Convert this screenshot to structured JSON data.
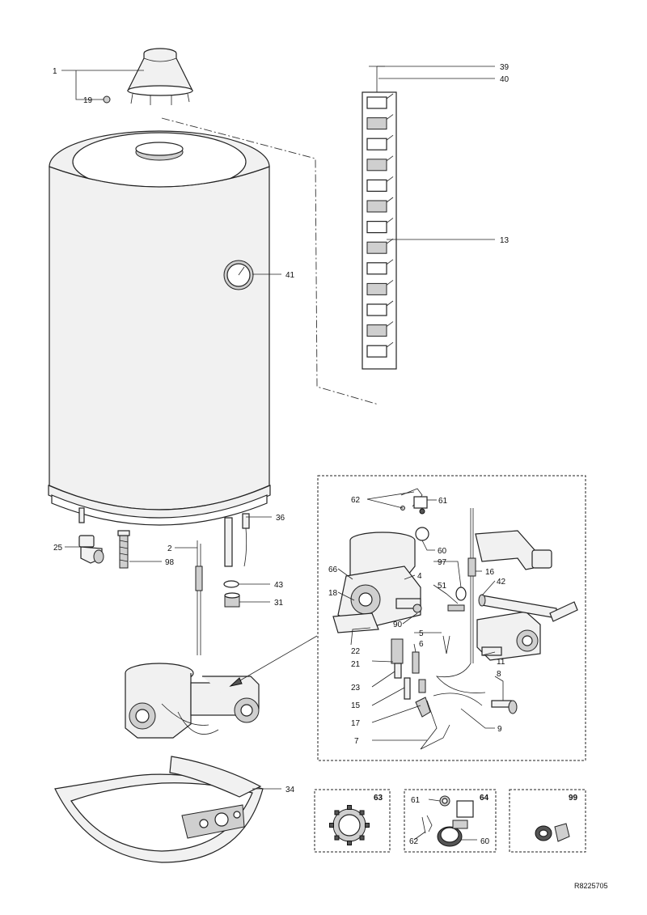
{
  "diagram": {
    "reference_code": "R8225705",
    "callouts": {
      "c1": "1",
      "c19": "19",
      "c39": "39",
      "c40": "40",
      "c13": "13",
      "c41": "41",
      "c36": "36",
      "c25": "25",
      "c2": "2",
      "c98": "98",
      "c43": "43",
      "c31": "31",
      "c34": "34",
      "d62": "62",
      "d61": "61",
      "d60": "60",
      "d66": "66",
      "d97": "97",
      "d16": "16",
      "d42": "42",
      "d4": "4",
      "d51": "51",
      "d18": "18",
      "d90": "90",
      "d5": "5",
      "d22": "22",
      "d6": "6",
      "d11": "11",
      "d21": "21",
      "d8": "8",
      "d23": "23",
      "d15": "15",
      "d17": "17",
      "d9": "9",
      "d7": "7"
    },
    "insets": {
      "i63": "63",
      "i64": "64",
      "i64_61": "61",
      "i64_62": "62",
      "i64_60": "60",
      "i99": "99"
    }
  }
}
